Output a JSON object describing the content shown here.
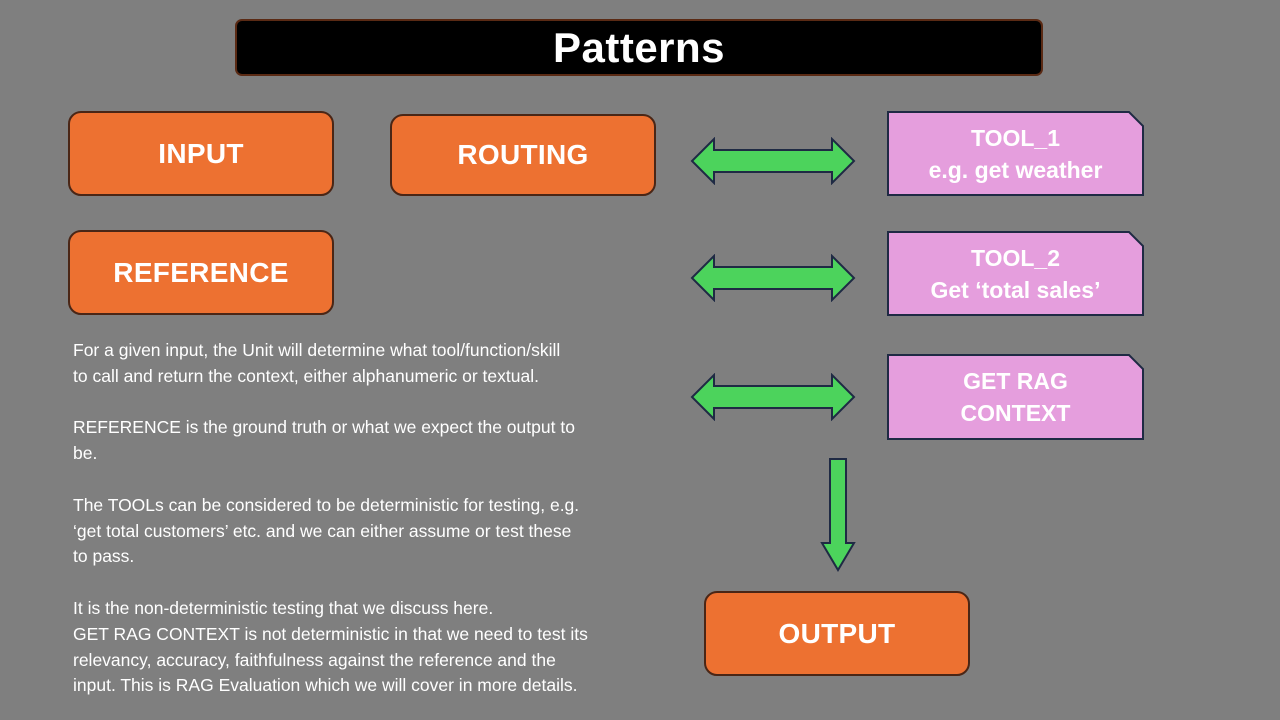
{
  "title": "Patterns",
  "boxes": {
    "input": "INPUT",
    "routing": "ROUTING",
    "reference": "REFERENCE",
    "output": "OUTPUT"
  },
  "tools": [
    {
      "line1": "TOOL_1",
      "line2": "e.g. get weather"
    },
    {
      "line1": "TOOL_2",
      "line2": "Get ‘total sales’"
    },
    {
      "line1": "GET RAG",
      "line2": "CONTEXT"
    }
  ],
  "description": {
    "p1": "For a given input, the Unit will determine what tool/function/skill\nto call and return the context, either alphanumeric or textual.",
    "p2": "REFERENCE is the ground truth or what we expect the output to\nbe.",
    "p3": "The TOOLs can be  considered to be deterministic for testing, e.g.\n‘get total customers’ etc. and we can either assume or test these\nto pass.",
    "p4": "It is the non-deterministic testing that we discuss here.\nGET RAG CONTEXT is not deterministic in that we need to test its\nrelevancy, accuracy, faithfulness against the reference and the\ninput. This is RAG Evaluation which we will cover in more details."
  },
  "colors": {
    "background": "#7f7f7f",
    "process_box": "#ed7131",
    "tool_box": "#e59edd",
    "arrow": "#4cd35c"
  }
}
